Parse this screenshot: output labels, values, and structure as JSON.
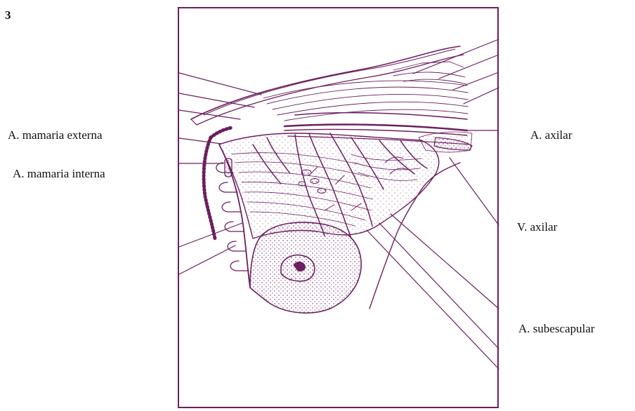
{
  "figure": {
    "number": "3",
    "line_color": "#6b1f5f"
  },
  "labels": {
    "mamaria_externa": "A. mamaria externa",
    "mamaria_interna": "A. mamaria interna",
    "axilar": "A. axilar",
    "v_axilar": "V. axilar",
    "subescapular": "A. subescapular"
  }
}
